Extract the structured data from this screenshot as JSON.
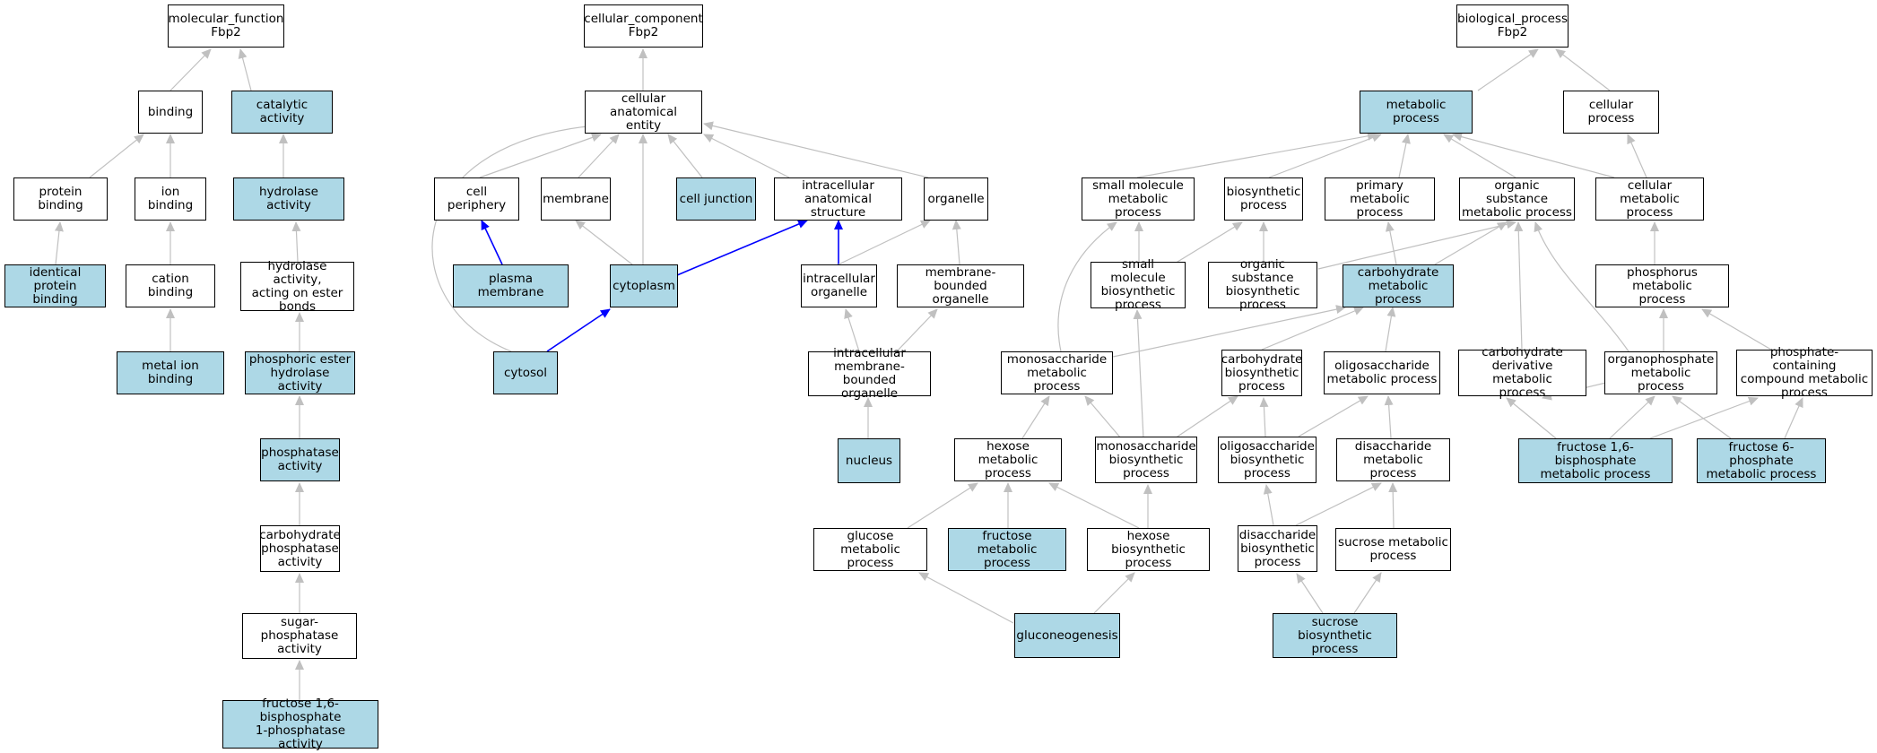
{
  "colors": {
    "highlight": "#add8e6",
    "plain": "#ffffff",
    "edge": "#c0c0c0",
    "edge_strong": "#0000ff"
  },
  "nodes": {
    "mf": "molecular_function\nFbp2",
    "binding": "binding",
    "catalytic": "catalytic activity",
    "protbind": "protein binding",
    "ionbind": "ion binding",
    "hydrolase": "hydrolase activity",
    "identprot": "identical protein\nbinding",
    "cationbind": "cation binding",
    "hydroester": "hydrolase activity,\nacting on ester\nbonds",
    "metalion": "metal ion binding",
    "phosester": "phosphoric ester\nhydrolase activity",
    "phosphatase": "phosphatase\nactivity",
    "carbphos": "carbohydrate\nphosphatase\nactivity",
    "sugarphos": "sugar-phosphatase\nactivity",
    "fbp1phos": "fructose 1,6-bisphosphate\n1-phosphatase\nactivity",
    "cc": "cellular_component\nFbp2",
    "cae": "cellular anatomical\nentity",
    "periphery": "cell periphery",
    "membrane": "membrane",
    "junction": "cell junction",
    "ias": "intracellular\nanatomical structure",
    "organelle": "organelle",
    "plasmamem": "plasma membrane",
    "cytoplasm": "cytoplasm",
    "intraorg": "intracellular\norganelle",
    "membound": "membrane-bounded\norganelle",
    "cytosol": "cytosol",
    "imbo": "intracellular\nmembrane-bounded\norganelle",
    "nucleus": "nucleus",
    "bp": "biological_process\nFbp2",
    "metab": "metabolic process",
    "cellproc": "cellular process",
    "smallmol": "small molecule\nmetabolic process",
    "biosyn": "biosynthetic\nprocess",
    "primary": "primary metabolic\nprocess",
    "orgsub": "organic substance\nmetabolic process",
    "cellmetab": "cellular metabolic\nprocess",
    "smallbio": "small molecule\nbiosynthetic\nprocess",
    "orgsubbio": "organic substance\nbiosynthetic\nprocess",
    "carbmetab": "carbohydrate\nmetabolic process",
    "phosmetab": "phosphorus metabolic\nprocess",
    "monometab": "monosaccharide\nmetabolic process",
    "carbbio": "carbohydrate\nbiosynthetic\nprocess",
    "oligometab": "oligosaccharide\nmetabolic process",
    "carbderiv": "carbohydrate\nderivative metabolic\nprocess",
    "organophos": "organophosphate\nmetabolic process",
    "phoscontain": "phosphate-containing\ncompound metabolic\nprocess",
    "hexmetab": "hexose metabolic\nprocess",
    "monobio": "monosaccharide\nbiosynthetic\nprocess",
    "oligobio": "oligosaccharide\nbiosynthetic\nprocess",
    "dimetab": "disaccharide\nmetabolic process",
    "f16bp": "fructose 1,6-bisphosphate\nmetabolic process",
    "f6p": "fructose 6-phosphate\nmetabolic process",
    "glucmetab": "glucose metabolic\nprocess",
    "fructmetab": "fructose metabolic\nprocess",
    "hexbio": "hexose biosynthetic\nprocess",
    "dibio": "disaccharide\nbiosynthetic\nprocess",
    "sucmetab": "sucrose metabolic\nprocess",
    "gluconeo": "gluconeogenesis",
    "sucbio": "sucrose biosynthetic\nprocess"
  }
}
